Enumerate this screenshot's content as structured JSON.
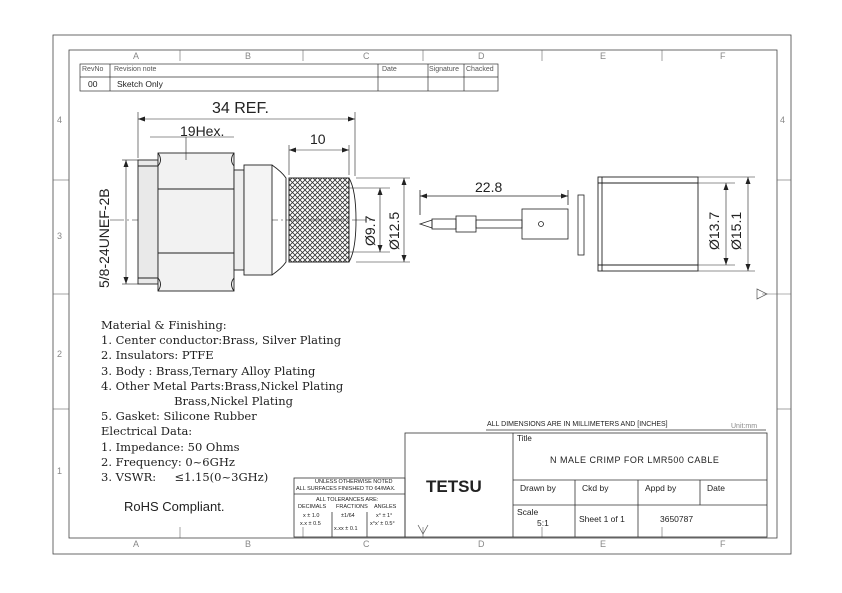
{
  "sheet": {
    "grid_cols": [
      "A",
      "B",
      "C",
      "D",
      "E",
      "F"
    ],
    "grid_rows": [
      "4",
      "3",
      "2",
      "1"
    ]
  },
  "revision_block": {
    "headers": {
      "rev": "RevNo",
      "note": "Revision note",
      "date": "Date",
      "signature": "Signature",
      "checked": "Chacked"
    },
    "rows": [
      {
        "rev": "00",
        "note": "Sketch Only",
        "date": "",
        "signature": "",
        "checked": ""
      }
    ]
  },
  "dimensions": {
    "overall": "34 REF.",
    "hex": "19Hex.",
    "knurl_len": "10",
    "thread": "5/8-24UNEF-2B",
    "d_inner": "Ø9.7",
    "d_outer": "Ø12.5",
    "pin_len": "22.8",
    "ferrule_inner": "Ø13.7",
    "ferrule_outer": "Ø15.1"
  },
  "notes": {
    "lines": [
      "Material & Finishing:",
      "1. Center conductor:Brass, Silver Plating",
      "2. Insulators: PTFE",
      "3. Body : Brass,Ternary Alloy Plating",
      "4. Other Metal Parts:Brass,Nickel Plating",
      "                    Brass,Nickel Plating",
      "5. Gasket: Silicone Rubber",
      "Electrical Data:",
      "1. Impedance: 50 Ohms",
      "2. Frequency: 0~6GHz",
      "3. VSWR:     ≤1.15(0~3GHz)"
    ],
    "rohs": "RoHS Compliant."
  },
  "title_block": {
    "units_note": "ALL DIMENSIONS ARE IN MILLIMETERS AND [INCHES]",
    "unit": "Unit:mm",
    "title_label": "Title",
    "title": "N MALE CRIMP FOR LMR500 CABLE",
    "company": "TETSU",
    "drawn_by": "Drawn by",
    "ckd_by": "Ckd by",
    "appd_by": "Appd by",
    "date": "Date",
    "scale_label": "Scale",
    "scale": "5:1",
    "sheet": "Sheet 1 of 1",
    "part_no": "3650787"
  },
  "tolerance_block": {
    "line1": "UNLESS OTHERWISE NOTED",
    "line2": "ALL SURFACES FINISHED TO 64/MAX.",
    "line3": "ALL TOLERANCES ARE:",
    "col1_head": "DECIMALS",
    "col2_head": "FRACTIONS",
    "col3_head": "ANGLES",
    "c1r1": "x ± 1.0",
    "c1r2": "x.x ± 0.5",
    "c2r1": "±1/64",
    "c2r2": "x.xx ± 0.1",
    "c3r1": "x° ± 1°",
    "c3r2": "x°x' ± 0.5°"
  }
}
